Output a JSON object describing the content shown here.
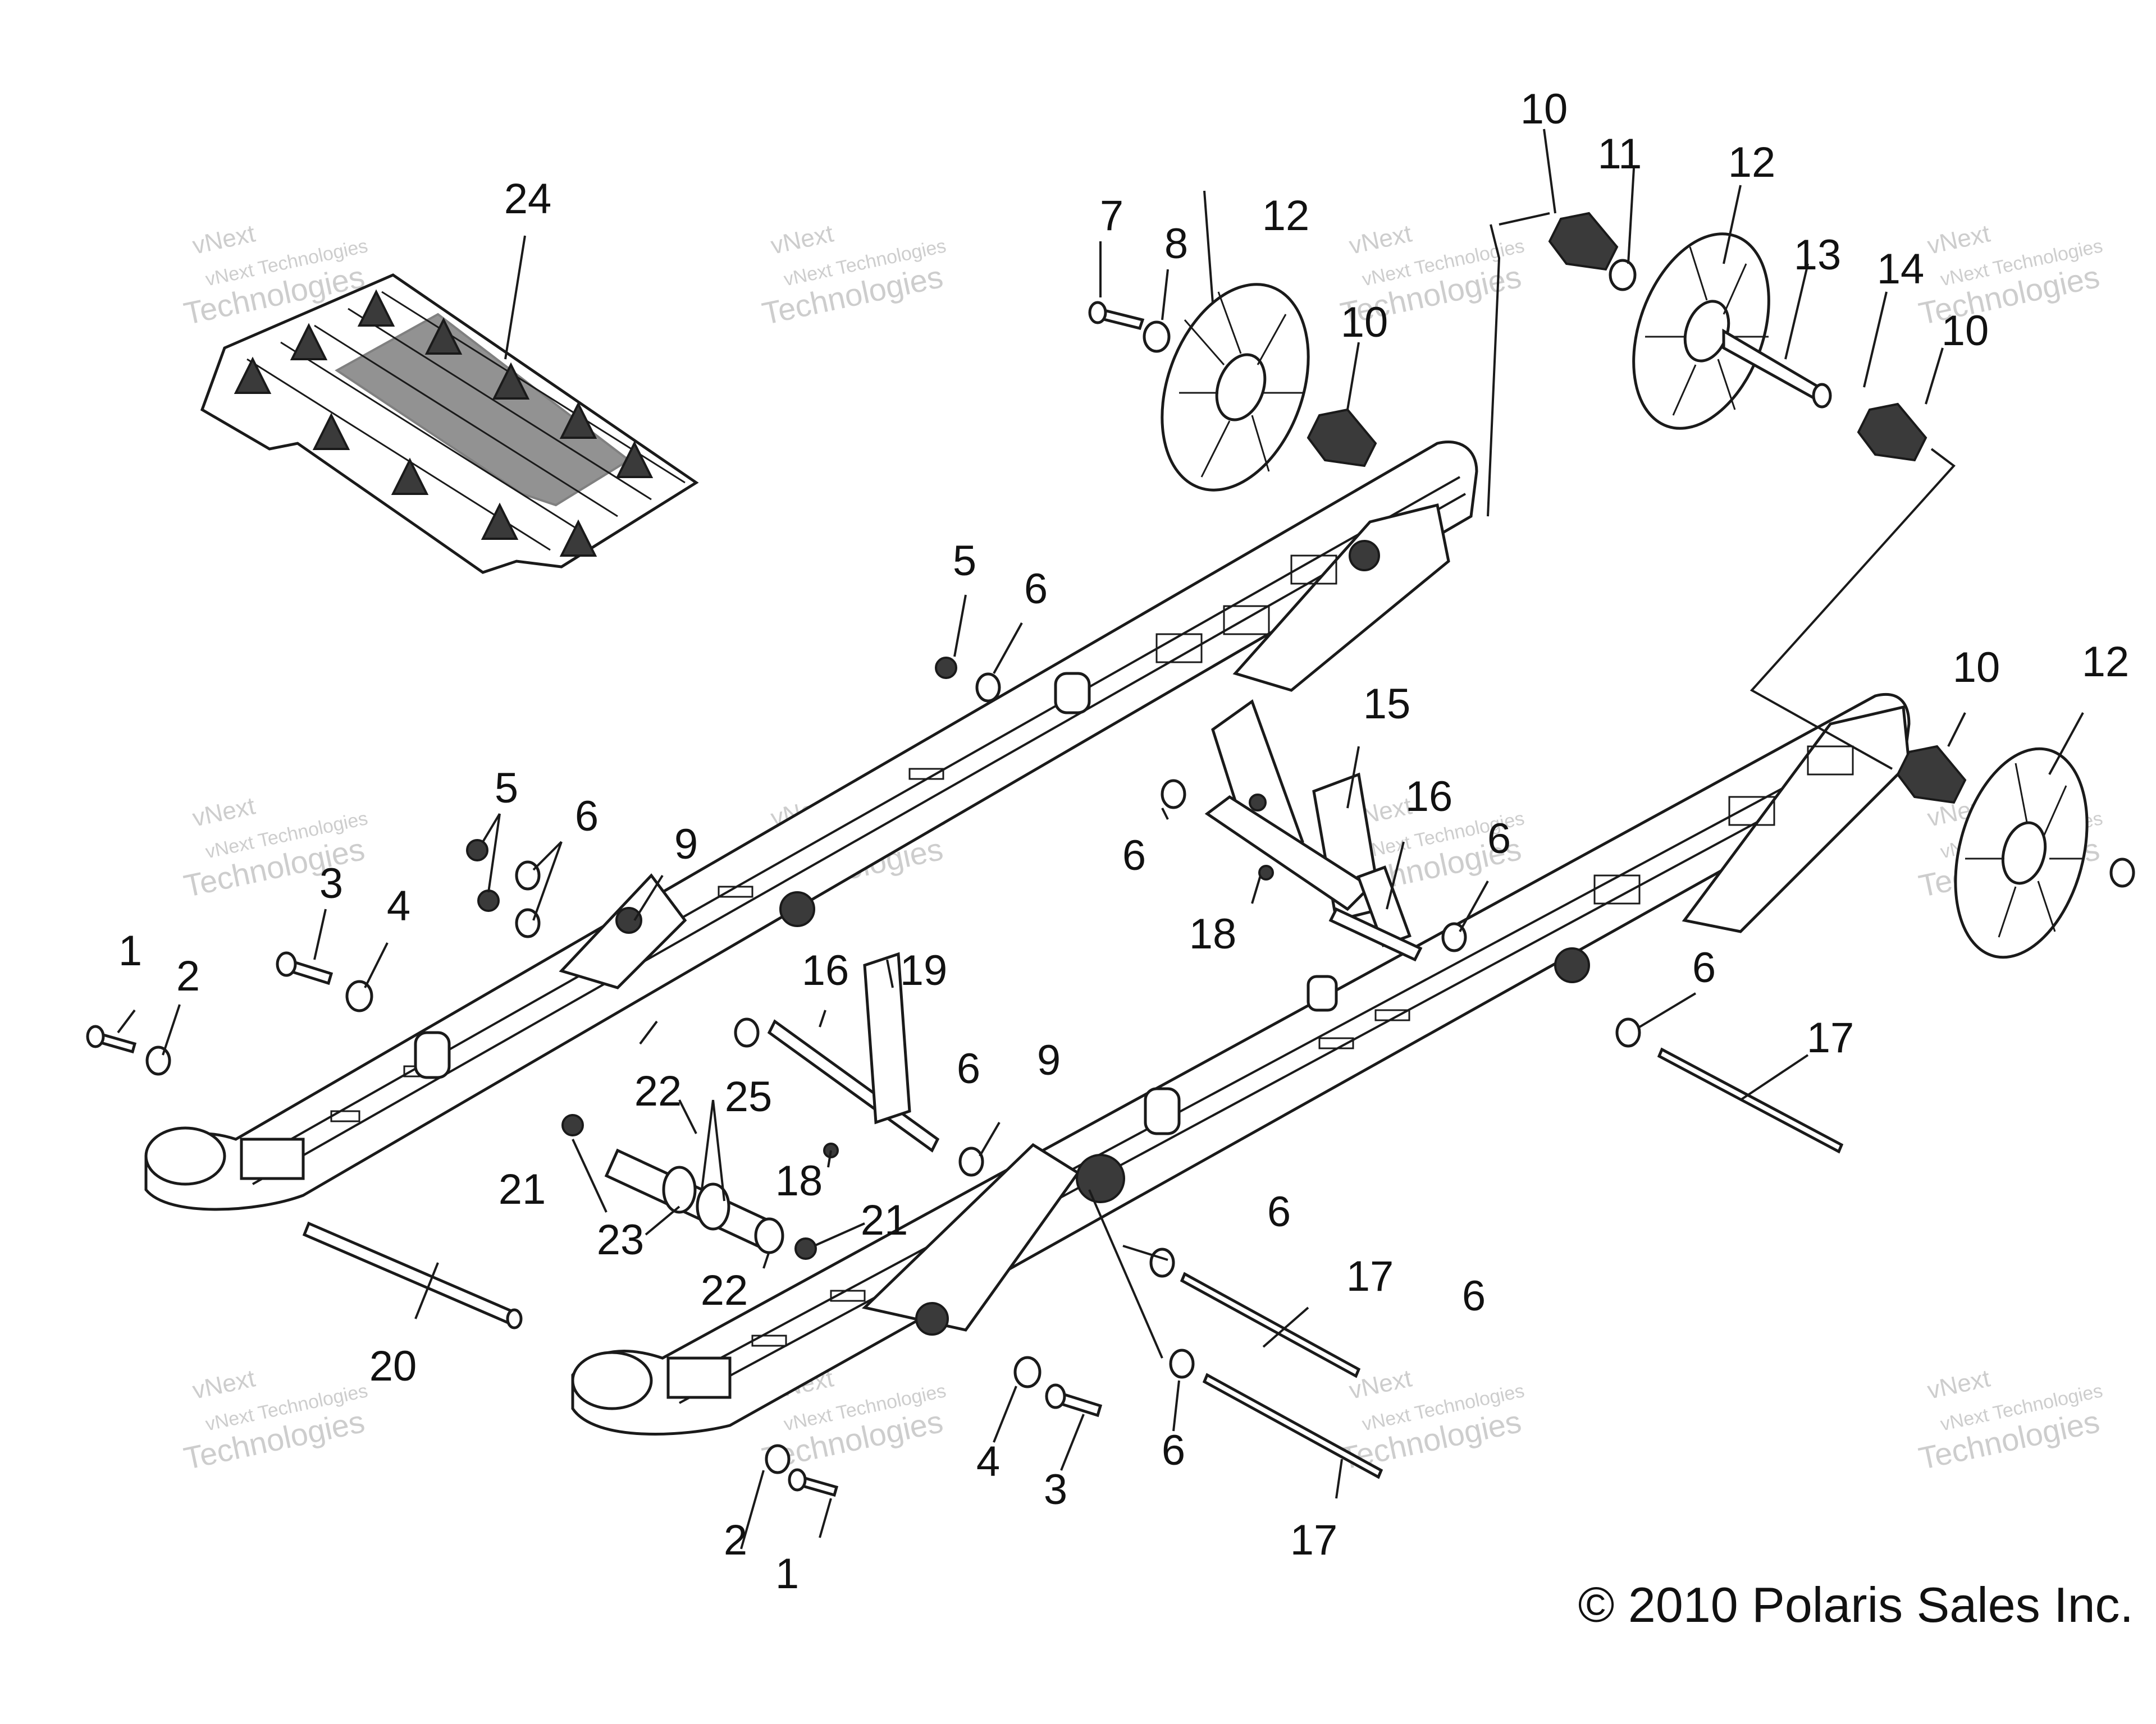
{
  "diagram": {
    "copyright": "© 2010 Polaris Sales Inc.",
    "watermark_line1": "vNext Technologies",
    "watermark_line2": "Technologies",
    "watermark_line3": "vNext",
    "colors": {
      "ink": "#1a1a1a",
      "watermark": "#bdbdbd",
      "background": "#ffffff"
    },
    "labels": {
      "l1a": "1",
      "l1b": "1",
      "l2a": "2",
      "l2b": "2",
      "l3a": "3",
      "l3b": "3",
      "l4a": "4",
      "l4b": "4",
      "l5a": "5",
      "l5b": "5",
      "l6a": "6",
      "l6b": "6",
      "l6c": "6",
      "l6d": "6",
      "l6e": "6",
      "l6f": "6",
      "l6g": "6",
      "l6h": "6",
      "l6i": "6",
      "l7": "7",
      "l8": "8",
      "l9a": "9",
      "l9b": "9",
      "l10a": "10",
      "l10b": "10",
      "l10c": "10",
      "l10d": "10",
      "l11": "11",
      "l12a": "12",
      "l12b": "12",
      "l12c": "12",
      "l13": "13",
      "l14": "14",
      "l15": "15",
      "l16a": "16",
      "l16b": "16",
      "l17a": "17",
      "l17b": "17",
      "l17c": "17",
      "l18a": "18",
      "l18b": "18",
      "l19": "19",
      "l20": "20",
      "l21a": "21",
      "l21b": "21",
      "l22a": "22",
      "l22b": "22",
      "l23": "23",
      "l24": "24",
      "l25": "25"
    }
  }
}
